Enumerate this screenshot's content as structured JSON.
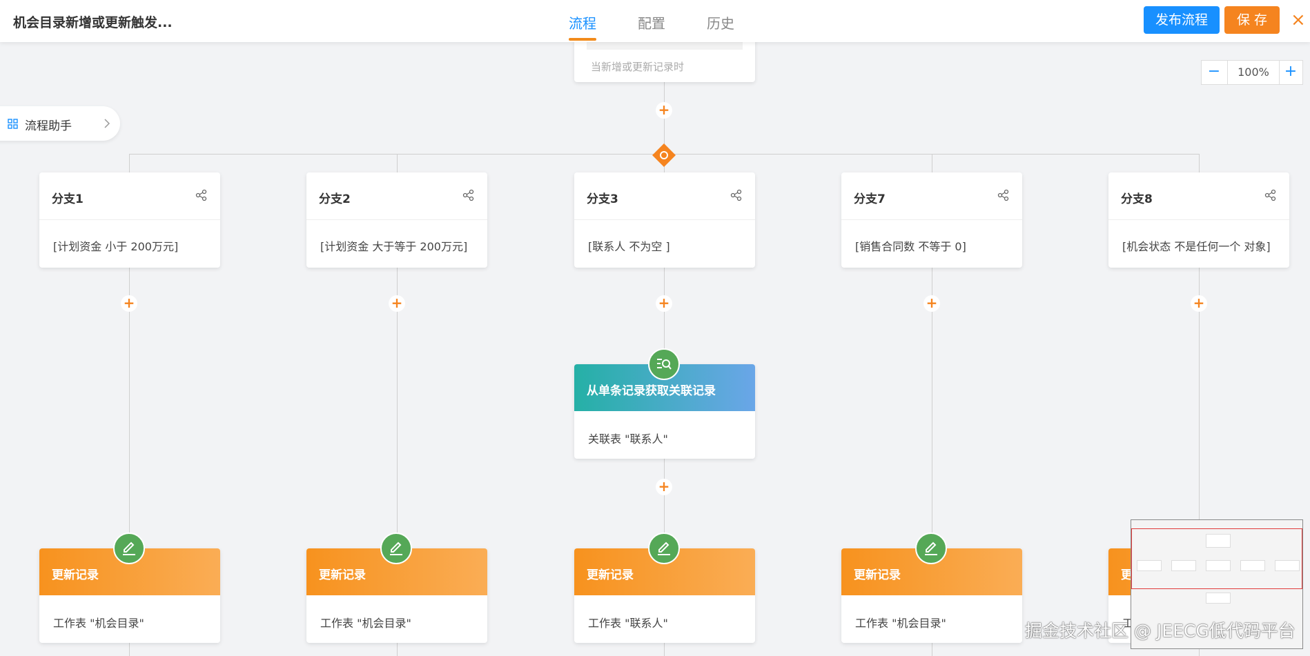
{
  "header": {
    "title": "机会目录新增或更新触发...",
    "tabs": [
      {
        "label": "流程",
        "active": true
      },
      {
        "label": "配置",
        "active": false
      },
      {
        "label": "历史",
        "active": false
      }
    ],
    "publish_label": "发布流程",
    "save_label": "保 存",
    "close_icon": "×"
  },
  "assistant": {
    "label": "流程助手",
    "icon": "grid-icon"
  },
  "zoom": {
    "minus": "−",
    "value": "100%",
    "plus": "+"
  },
  "trigger": {
    "description": "当新增或更新记录时"
  },
  "branches": [
    {
      "name": "分支1",
      "condition": "[计划资金 小于 200万元]"
    },
    {
      "name": "分支2",
      "condition": "[计划资金 大于等于 200万元]"
    },
    {
      "name": "分支3",
      "condition": "[联系人 不为空 ]"
    },
    {
      "name": "分支7",
      "condition": "[销售合同数 不等于 0]"
    },
    {
      "name": "分支8",
      "condition": "[机会状态 不是任何一个 对象]"
    }
  ],
  "lookup_node": {
    "title": "从单条记录获取关联记录",
    "desc": "关联表 \"联系人\""
  },
  "update_nodes": [
    {
      "title": "更新记录",
      "desc": "工作表 \"机会目录\""
    },
    {
      "title": "更新记录",
      "desc": "工作表 \"机会目录\""
    },
    {
      "title": "更新记录",
      "desc": "工作表 \"联系人\""
    },
    {
      "title": "更新记录",
      "desc": "工作表 \"机会目录\""
    },
    {
      "title": "更",
      "desc": "工"
    }
  ],
  "add_symbol": "+",
  "watermark": "掘金技术社区 @ JEECG低代码平台",
  "colors": {
    "accent_blue": "#1890ff",
    "accent_orange": "#f5841f",
    "badge_green": "#55a857"
  }
}
